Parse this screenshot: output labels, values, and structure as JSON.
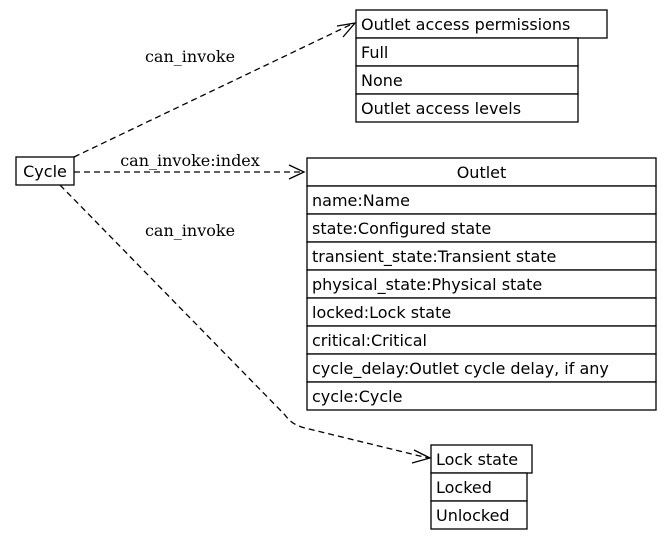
{
  "nodes": {
    "cycle": {
      "label": "Cycle"
    },
    "permissions": {
      "title": "Outlet access permissions",
      "rows": [
        "Full",
        "None",
        "Outlet access levels"
      ]
    },
    "outlet": {
      "title": "Outlet",
      "rows": [
        "name:Name",
        "state:Configured state",
        "transient_state:Transient state",
        "physical_state:Physical state",
        "locked:Lock state",
        "critical:Critical",
        "cycle_delay:Outlet cycle delay, if any",
        "cycle:Cycle"
      ]
    },
    "lockstate": {
      "title": "Lock state",
      "rows": [
        "Locked",
        "Unlocked"
      ]
    }
  },
  "edges": {
    "to_permissions": "can_invoke",
    "to_outlet": "can_invoke:index",
    "to_lockstate": "can_invoke"
  }
}
